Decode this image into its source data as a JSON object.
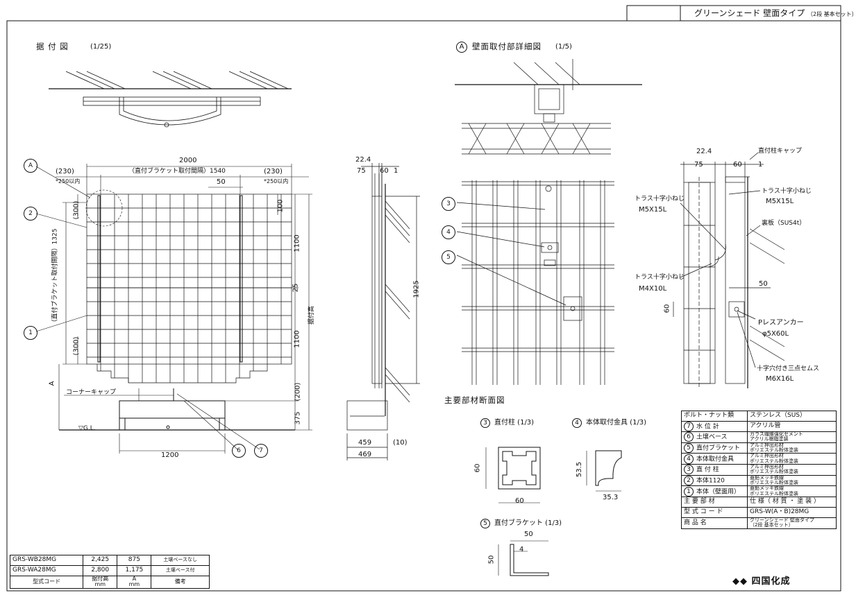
{
  "header": {
    "title": "グリーンシェード 壁面タイプ",
    "sub": "（2段 基本セット）"
  },
  "install_view": {
    "title": "据 付 図",
    "scale": "(1/25)",
    "dims": {
      "w2000": "2000",
      "c230l": "(230)",
      "c230r": "(230)",
      "n250l": "*250以内",
      "n250r": "*250以内",
      "pitch": "（直付ブラケット取付間隔）1540",
      "d50": "50",
      "h300a": "(300)",
      "h300b": "(300)",
      "h1325": "（直付ブラケット取付間隔）1325",
      "h100": "100",
      "h1100a": "1100",
      "h25": "25",
      "h1100b": "1100",
      "total": "据付高",
      "h200": "(200)",
      "h375": "375",
      "w1200": "1200",
      "lblA": "A",
      "gl": "▽G.L.",
      "corner_cap": "コーナーキャップ"
    }
  },
  "side_view": {
    "d224": "22.4",
    "d75": "75",
    "d60": "60",
    "d1": "1",
    "h1925": "1925",
    "w459": "459",
    "w10": "(10)",
    "w469": "469"
  },
  "detail_A": {
    "title": "壁面取付部詳細図",
    "scale": "(1/5)",
    "circle": "A",
    "labels": {
      "d224": "22.4",
      "d75": "75",
      "d60": "60",
      "d1": "1",
      "cap": "直付柱キャップ",
      "screw1a": "トラス十字小ねじ",
      "screw1b": "M5X15L",
      "screw2a": "トラス十字小ねじ",
      "screw2b": "M5X15L",
      "plate": "裏板（SUS4t）",
      "screw3a": "トラス十字小ねじ",
      "screw3b": "M4X10L",
      "d50": "50",
      "d60b": "60",
      "anchor_a": "Pレスアンカー",
      "anchor_b": "φ5X60L",
      "sems_a": "十字穴付き三点セムス",
      "sems_b": "M6X16L"
    }
  },
  "callouts": [
    "A",
    "2",
    "1",
    "6",
    "7",
    "3",
    "4",
    "5"
  ],
  "sections": {
    "title": "主要部材断面図",
    "s3": {
      "num": "3",
      "label": "直付柱 (1/3)",
      "w": "60",
      "h": "60"
    },
    "s4": {
      "num": "4",
      "label": "本体取付金具 (1/3)",
      "h": "53.5",
      "w": "35.3"
    },
    "s5": {
      "num": "5",
      "label": "直付ブラケット (1/3)",
      "w": "50",
      "h": "50",
      "t": "4"
    }
  },
  "spec_table": [
    {
      "num": "",
      "part": "ボルト・ナット類",
      "spec": "ステンレス（SUS）"
    },
    {
      "num": "7",
      "part": "水 位 計",
      "spec": "アクリル管"
    },
    {
      "num": "6",
      "part": "土壌ベース",
      "spec": "ガラス繊維強化セメント\nアクリル樹脂塗装"
    },
    {
      "num": "5",
      "part": "直付ブラケット",
      "spec": "アルミ押出形材\nポリエステル粉体塗装"
    },
    {
      "num": "4",
      "part": "本体取付金具",
      "spec": "アルミ押出形材\nポリエステル粉体塗装"
    },
    {
      "num": "3",
      "part": "直 付 柱",
      "spec": "アルミ押出形材\nポリエステル粉体塗装"
    },
    {
      "num": "2",
      "part": "本体1120",
      "spec": "亜鉛メッキ鉄線\nポリエステル粉体塗装"
    },
    {
      "num": "1",
      "part": "本体（壁面用）",
      "spec": "亜鉛メッキ鉄線\nポリエステル粉体塗装"
    },
    {
      "num": "",
      "part": "主 要 部 材",
      "spec": "仕 様（ 材 質 ・ 塗 装 ）"
    },
    {
      "num": "",
      "part": "型 式 コ ー ド",
      "spec": "GRS-W(A・B)28MG"
    },
    {
      "num": "",
      "part": "商 品 名",
      "spec": "グリーンシェード 壁面タイプ\n（2段 基本セット）"
    }
  ],
  "brand": "四国化成",
  "model_table": {
    "rows": [
      [
        "GRS-WB28MG",
        "2,425",
        "875",
        "土壌ベースなし"
      ],
      [
        "GRS-WA28MG",
        "2,800",
        "1,175",
        "土壌ベース付"
      ]
    ],
    "head": [
      "型式コード",
      "据付高\nmm",
      "A\nmm",
      "備考"
    ]
  }
}
